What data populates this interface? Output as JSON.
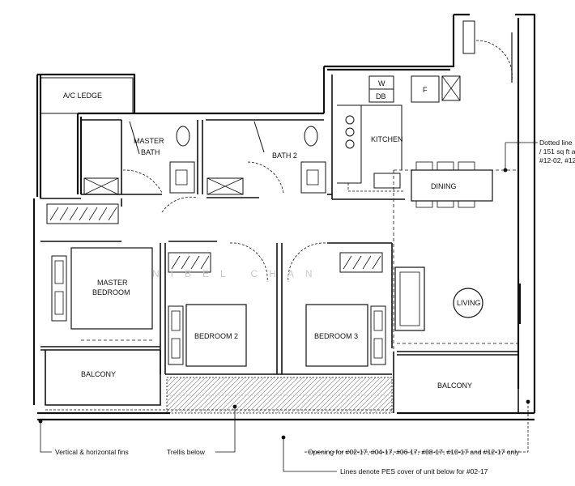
{
  "rooms": {
    "ac_ledge": "A/C LEDGE",
    "master_bath_line1": "MASTER",
    "master_bath_line2": "BATH",
    "bath2": "BATH 2",
    "kitchen": "KITCHEN",
    "dining": "DINING",
    "master_bedroom_line1": "MASTER",
    "master_bedroom_line2": "BEDROOM",
    "bedroom2": "BEDROOM 2",
    "bedroom3": "BEDROOM 3",
    "living": "LIVING",
    "balcony_left": "BALCONY",
    "balcony_right": "BALCONY"
  },
  "appliances": {
    "washer": "W",
    "dryer": "DB",
    "fridge": "F"
  },
  "notes": {
    "fins": "Vertical & horizontal fins",
    "trellis": "Trellis below",
    "opening": "Opening for #02-17, #04-17, #06-17, #08-17,  #10-17 and #12-17 only",
    "pes": "Lines denote PES cover of unit below for #02-17",
    "dotted_line1": "Dotted line",
    "dotted_line2": "/ 151 sq ft a",
    "dotted_line3": "#12-02, #12"
  },
  "watermark": "NIBEL CHAN"
}
